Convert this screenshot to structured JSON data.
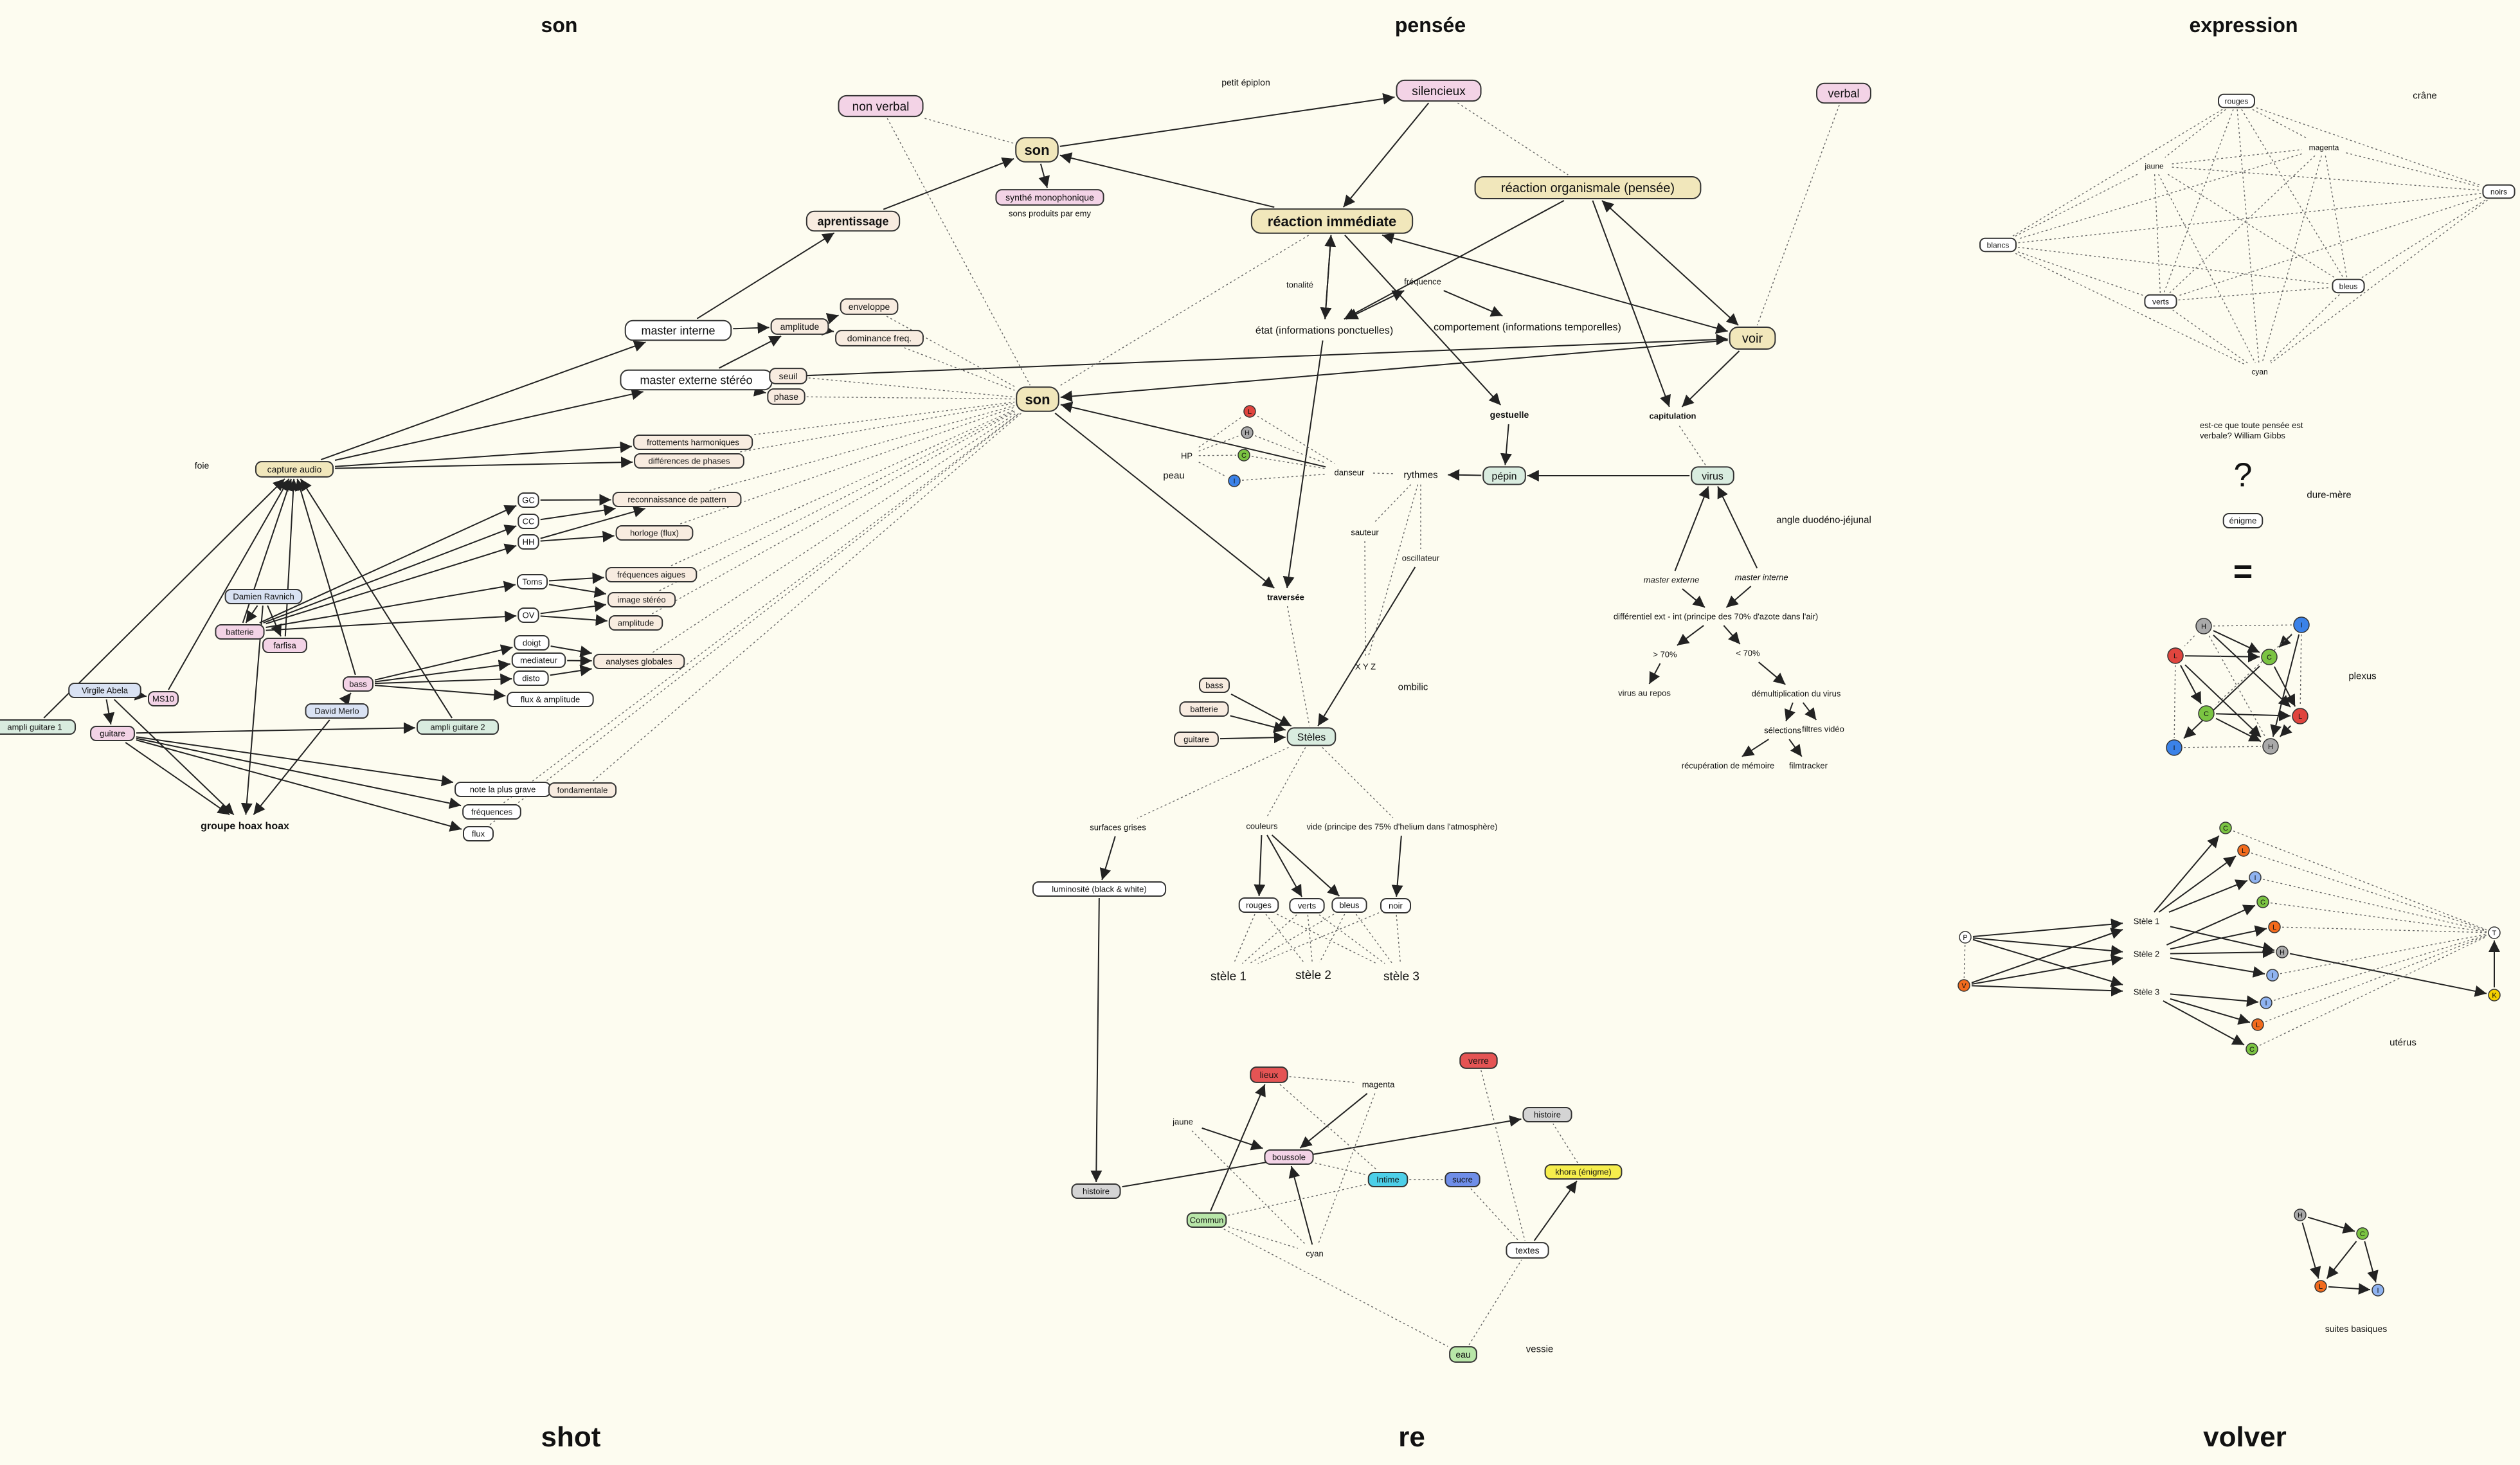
{
  "headers": {
    "son": "son",
    "pensee": "pensée",
    "expression": "expression",
    "shot": "shot",
    "re": "re",
    "volver": "volver"
  },
  "colors": {
    "background": "#fdfcf0",
    "white": "#ffffff",
    "pink": "#f3d3e6",
    "cream": "#f1e7bb",
    "lightblue": "#d9e2f3",
    "green": "#d9ecdf",
    "peach": "#f8ece0",
    "grey": "#d4d4d4",
    "red": "#e55454",
    "cyanbox": "#4dcfe8",
    "bluebox": "#6f8ee8",
    "yellowbox": "#f6ee4c",
    "greenbox": "#b8e6a8",
    "redlabel": "#e0241c",
    "node_red": "#e0453e",
    "node_green": "#7bc442",
    "node_blue": "#3b82e8",
    "node_grey": "#a9a9a9",
    "node_orange": "#f26b1d",
    "node_lightblue": "#8fb3f0",
    "node_yellow": "#f5d000"
  },
  "nodes": {
    "non_verbal": "non verbal",
    "son_top": "son",
    "synthe": "synthé monophonique",
    "sons_produits": "sons produits par emy",
    "aprentissage": "aprentissage",
    "petit_epiplon": "petit épiplon",
    "silencieux": "silencieux",
    "verbal": "verbal",
    "reaction_immediate": "réaction immédiate",
    "reaction_organismale": "réaction organismale (pensée)",
    "tonalite": "tonalité",
    "frequence": "fréquence",
    "etat": "état (informations ponctuelles)",
    "comportement": "comportement (informations temporelles)",
    "voir": "voir",
    "gestuelle": "gestuelle",
    "capitulation": "capitulation",
    "master_interne": "master interne",
    "master_externe_stereo": "master externe stéréo",
    "amplitude": "amplitude",
    "enveloppe": "enveloppe",
    "dominance_freq": "dominance freq.",
    "seuil": "seuil",
    "phase": "phase",
    "son_center": "son",
    "frottements": "frottements harmoniques",
    "differences_phases": "différences de phases",
    "capture_audio": "capture audio",
    "foie": "foie",
    "gc": "GC",
    "cc": "CC",
    "hh": "HH",
    "reconnaissance": "reconnaissance de pattern",
    "horloge": "horloge (flux)",
    "toms": "Toms",
    "frequences_aigues": "fréquences aigues",
    "image_stereo": "image stéréo",
    "ov": "OV",
    "amplitude2": "amplitude",
    "doigt": "doigt",
    "mediateur": "mediateur",
    "disto": "disto",
    "analyses_globales": "analyses globales",
    "flux_amplitude": "flux & amplitude",
    "damien": "Damien Ravnich",
    "batterie": "batterie",
    "farfisa": "farfisa",
    "bass": "bass",
    "david": "David Merlo",
    "virgile": "Virgile Abela",
    "ms10": "MS10",
    "guitare": "guitare",
    "ampli1": "ampli guitare 1",
    "ampli2": "ampli guitare 2",
    "groupe": "groupe hoax hoax",
    "note_grave": "note la plus grave",
    "fondamentale": "fondamentale",
    "frequences": "fréquences",
    "flux": "flux",
    "hp": "HP",
    "peau": "peau",
    "danseur": "danseur",
    "rythmes": "rythmes",
    "pepin": "pépin",
    "virus": "virus",
    "sauteur": "sauteur",
    "oscillateur": "oscillateur",
    "traversee": "traversée",
    "xyz": "X Y Z",
    "ombilic": "ombilic",
    "angle": "angle duodéno-jéjunal",
    "master_externe_red": "master externe",
    "master_interne_red": "master interne",
    "differentiel": "différentiel ext - int (principe des 70% d'azote dans l'air)",
    "gt70": "> 70%",
    "lt70": "< 70%",
    "virus_repos": "virus au repos",
    "demultiplication": "démultiplication du virus",
    "selections": "sélections",
    "filtres_video": "filtres vidéo",
    "recuperation": "récupération de mémoire",
    "filmtracker": "filmtracker",
    "bass2": "bass",
    "batterie2": "batterie",
    "guitare2": "guitare",
    "steles": "Stèles",
    "surfaces_grises": "surfaces grises",
    "luminosite": "luminosité (black & white)",
    "couleurs": "couleurs",
    "vide": "vide (principe des 75% d'helium dans l'atmosphère)",
    "rouges": "rouges",
    "verts": "verts",
    "bleus": "bleus",
    "noir": "noir",
    "stele1": "stèle 1",
    "stele2": "stèle 2",
    "stele3": "stèle 3",
    "lieux": "lieux",
    "magenta": "magenta",
    "verre": "verre",
    "jaune": "jaune",
    "boussole": "boussole",
    "intime": "Intime",
    "sucre": "sucre",
    "histoire_r": "histoire",
    "khora": "khora (énigme)",
    "histoire_l": "histoire",
    "commun": "Commun",
    "cyan": "cyan",
    "textes": "textes",
    "eau": "eau",
    "vessie": "vessie",
    "ex_rouges": "rouges",
    "ex_magenta": "magenta",
    "ex_jaune": "jaune",
    "ex_noirs": "noirs",
    "ex_blancs": "blancs",
    "ex_verts": "verts",
    "ex_bleus": "bleus",
    "ex_cyan": "cyan",
    "crane": "crâne",
    "question": "est-ce que toute pensée est verbale? William Gibbs",
    "qmark": "?",
    "enigme": "énigme",
    "dure_mere": "dure-mère",
    "equals": "=",
    "plexus": "plexus",
    "stele_1": "Stèle 1",
    "stele_2": "Stèle 2",
    "stele_3": "Stèle 3",
    "uterus": "utérus",
    "suites": "suites basiques",
    "l_L": "L",
    "l_H": "H",
    "l_C": "C",
    "l_I": "I",
    "l_P": "P",
    "l_V": "V",
    "l_T": "T",
    "l_K": "K"
  }
}
